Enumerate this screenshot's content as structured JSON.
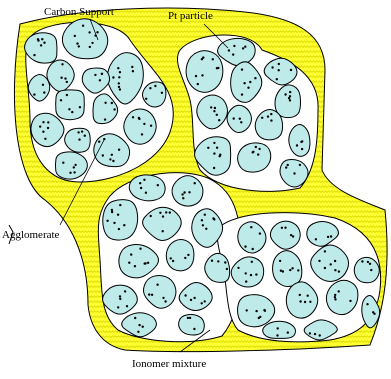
{
  "diagram": {
    "labels": {
      "carbon_support": "Carbon Support",
      "pt_particle": "Pt particle",
      "agglomerate": "Agglomerate",
      "ionomer_mixture": "Ionomer mixture"
    },
    "colors": {
      "ionomer_fill": "#ffff33",
      "ionomer_hatch": "#d8d800",
      "carbon_fill": "#bfeaea",
      "agglomerate_fill": "#ffffff",
      "outline": "#000000",
      "pt_dot": "#000000"
    }
  }
}
